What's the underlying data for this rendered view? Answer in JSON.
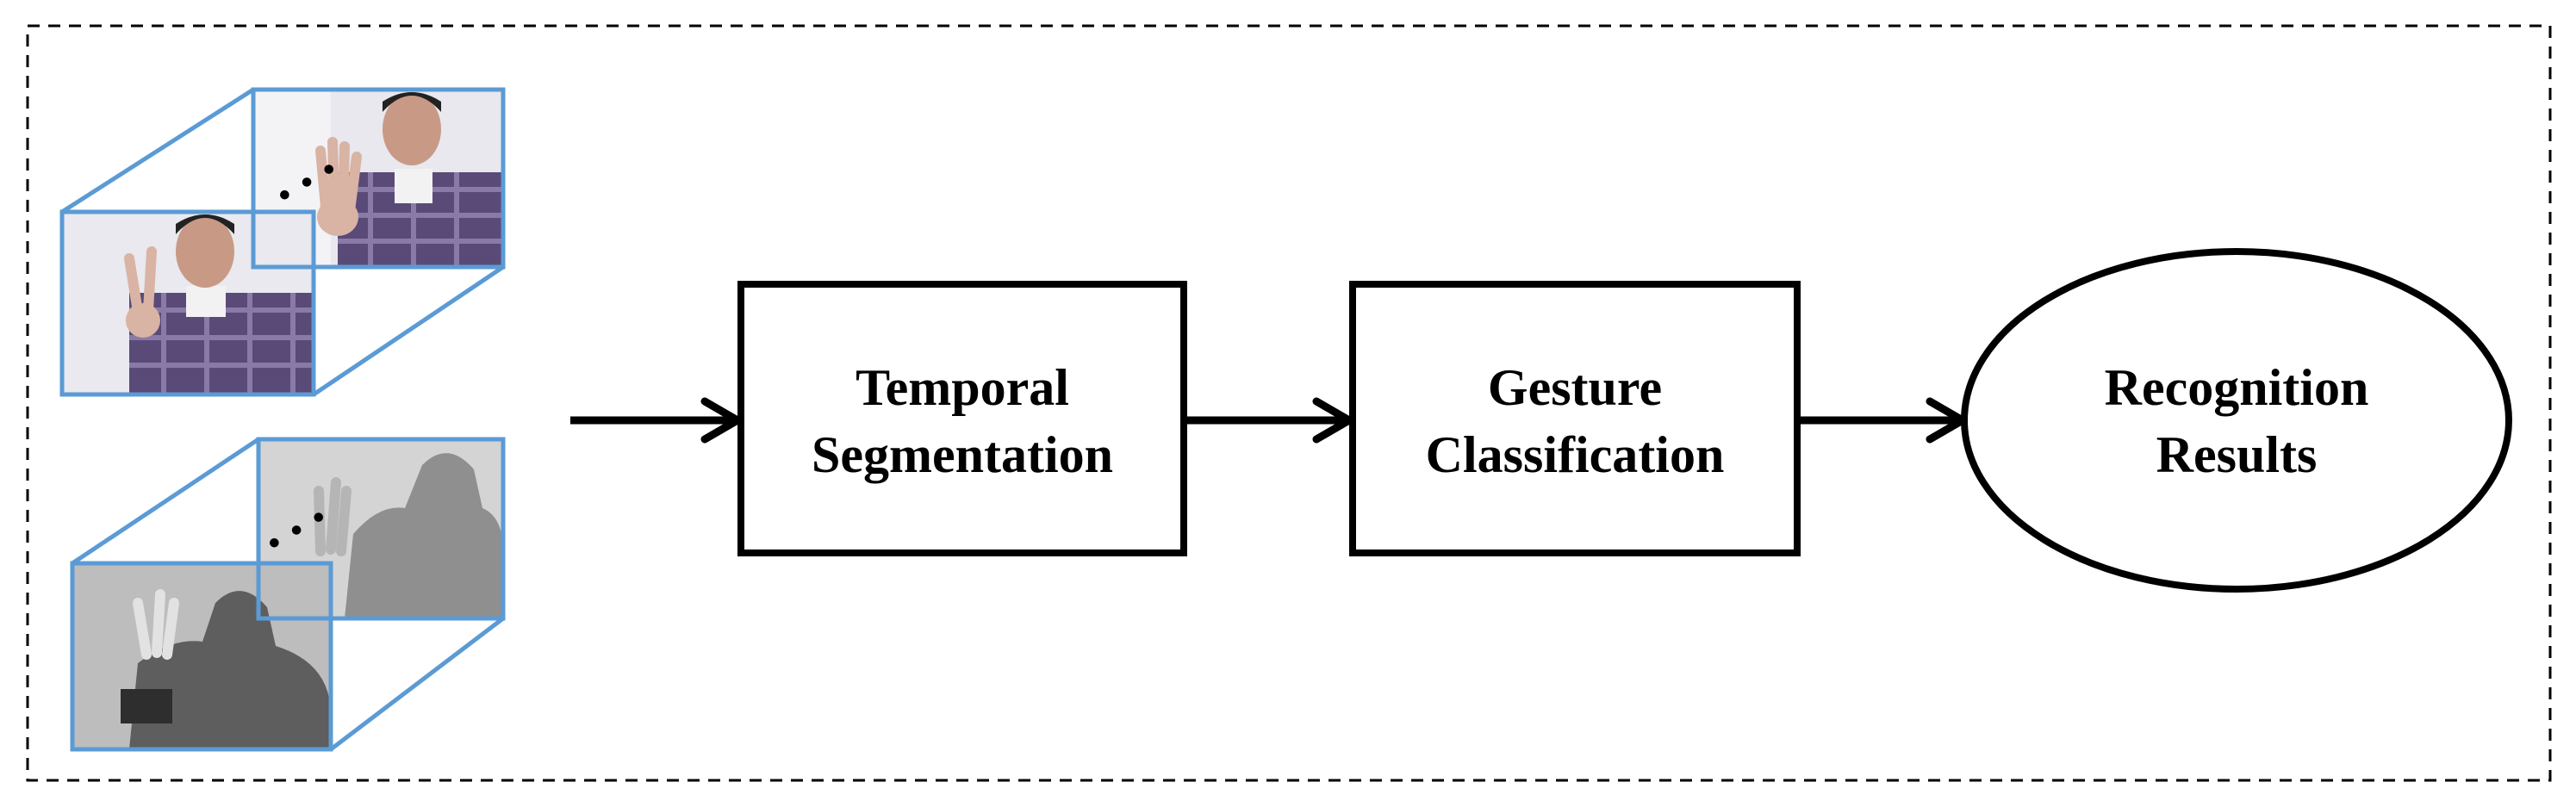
{
  "colors": {
    "background": "#ffffff",
    "stroke": "#000000",
    "frame_blue": "#5b9bd5",
    "rgb_wall": "#e8e8ee",
    "shirt_purple": "#5a4a78",
    "skin": "#c89a86",
    "depth_light": "#bdbdbd",
    "depth_mid": "#8f8f8f",
    "depth_dark": "#5e5e5e"
  },
  "inputs": {
    "rgb_stack": {
      "icon": "rgb-video-frames-icon",
      "ellipsis": "• • •"
    },
    "depth_stack": {
      "icon": "depth-video-frames-icon",
      "ellipsis": "• • •"
    }
  },
  "nodes": [
    {
      "id": "temporal",
      "shape": "rect",
      "lines": [
        "Temporal",
        "Segmentation"
      ]
    },
    {
      "id": "gesture",
      "shape": "rect",
      "lines": [
        "Gesture",
        "Classification"
      ]
    },
    {
      "id": "results",
      "shape": "ellipse",
      "lines": [
        "Recognition",
        "Results"
      ]
    }
  ],
  "edges": [
    {
      "from": "inputs",
      "to": "temporal"
    },
    {
      "from": "temporal",
      "to": "gesture"
    },
    {
      "from": "gesture",
      "to": "results"
    }
  ]
}
